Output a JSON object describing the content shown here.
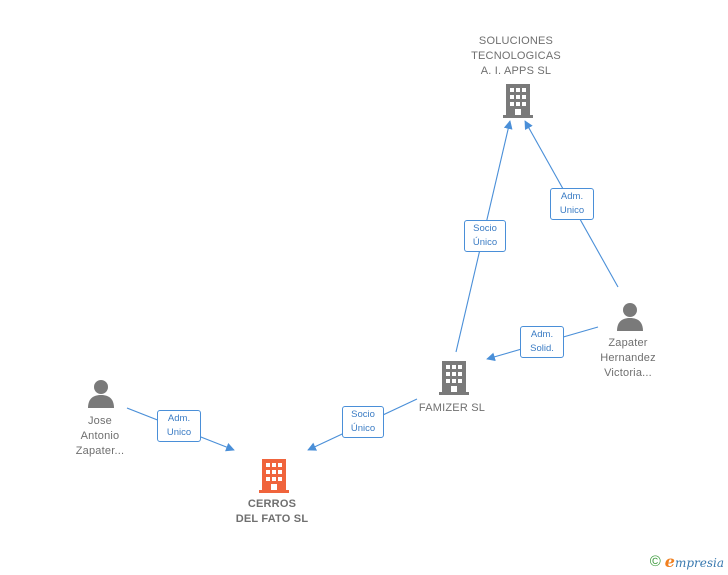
{
  "nodes": {
    "soluciones": {
      "label": "SOLUCIONES\nTECNOLOGICAS\nA.  I. APPS  SL",
      "kind": "company"
    },
    "famizer": {
      "label": "FAMIZER  SL",
      "kind": "company"
    },
    "cerros": {
      "label": "CERROS\nDEL FATO  SL",
      "kind": "company-focus"
    },
    "zapater_hv": {
      "label": "Zapater\nHernandez\nVictoria...",
      "kind": "person"
    },
    "jose": {
      "label": "Jose\nAntonio\nZapater...",
      "kind": "person"
    }
  },
  "edges": {
    "famizer_soluciones": {
      "label": "Socio\nÚnico"
    },
    "zapater_soluciones": {
      "label": "Adm.\nUnico"
    },
    "zapater_famizer": {
      "label": "Adm.\nSolid."
    },
    "famizer_cerros": {
      "label": "Socio\nÚnico"
    },
    "jose_cerros": {
      "label": "Adm.\nUnico"
    }
  },
  "colors": {
    "edge": "#4a8fd8",
    "company_icon": "#7a7a7a",
    "focus_icon": "#f0643c",
    "person_icon": "#7a7a7a"
  },
  "footer": {
    "copyright": "©",
    "brand_initial": "e",
    "brand_rest": "mpresia"
  }
}
